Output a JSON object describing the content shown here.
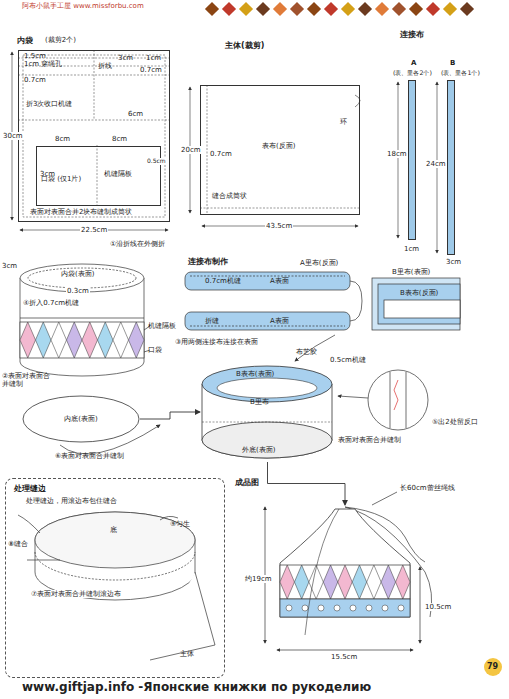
{
  "diagram": {
    "nodes": [
      {
        "text": [
          "内袋",
          "(裁剪2个)"
        ]
      },
      {
        "text": [
          "口袋 (仅1片)"
        ],
        "in": 0
      },
      {
        "text": [
          "主体(裁剪)"
        ]
      },
      {
        "text": [
          "A",
          "(表、里各2个)"
        ]
      },
      {
        "text": [
          "B",
          "(表、里各1个)"
        ]
      },
      {
        "text": [
          "处理缝边",
          "处理缝边，用滚边布包住缝合"
        ]
      },
      {
        "text": [
          "内底(表面)"
        ]
      },
      {
        "text": [
          "B表布(表面)",
          "外底(表面)"
        ]
      },
      {
        "text": [
          "成品图"
        ]
      }
    ],
    "edges": [
      {
        "from": 6,
        "to": 7,
        "arrow": "to"
      },
      {
        "from": 7,
        "to": 8,
        "arrow": "to"
      }
    ],
    "labels": [
      "阿布小鼠手工屋 www.missforbu.com",
      "1.5cm",
      "1cm 穿绳孔",
      "0.7cm",
      "折3次收口机缝",
      "折线",
      "3cm",
      "1cm",
      "0.7cm",
      "6cm",
      "8cm",
      "8cm",
      "0.5cm",
      "3cm",
      "机缝隔板",
      "表面对表面合并2块布缝制成筒状",
      "30cm",
      "22.5cm",
      "①沿折线在外侧折",
      "20cm",
      "0.7cm",
      "表布(反面)",
      "环",
      "缝合成筒状",
      "43.5cm",
      "连接布",
      "18cm",
      "1cm",
      "24cm",
      "3cm",
      "连接布制作",
      "A里布(反面)",
      "0.7cm机缝",
      "A表面",
      "折缝",
      "A表面",
      "B里布(表面)",
      "B表布(反面)",
      "③用两侧连接布连接在表面",
      "布艺胶",
      "0.5cm机缝",
      "B里布",
      "表面对表面合并缝制",
      "⑤出2处留反口",
      "内袋(表面)",
      "0.3cm",
      "④折入0.7cm机缝",
      "机缝隔板",
      "口袋",
      "②表面对表面合并缝制",
      "⑥表面对表面合并缝制",
      "3cm",
      "⑧缝合",
      "底",
      "⑨匀生",
      "⑦表面对表面合并缝制滚边布",
      "主体",
      "长60cm蕾丝绳线",
      "约19cm",
      "10.5cm",
      "15.5cm",
      "www.giftjap.info -Японские книжки по рукоделию",
      "79"
    ]
  }
}
